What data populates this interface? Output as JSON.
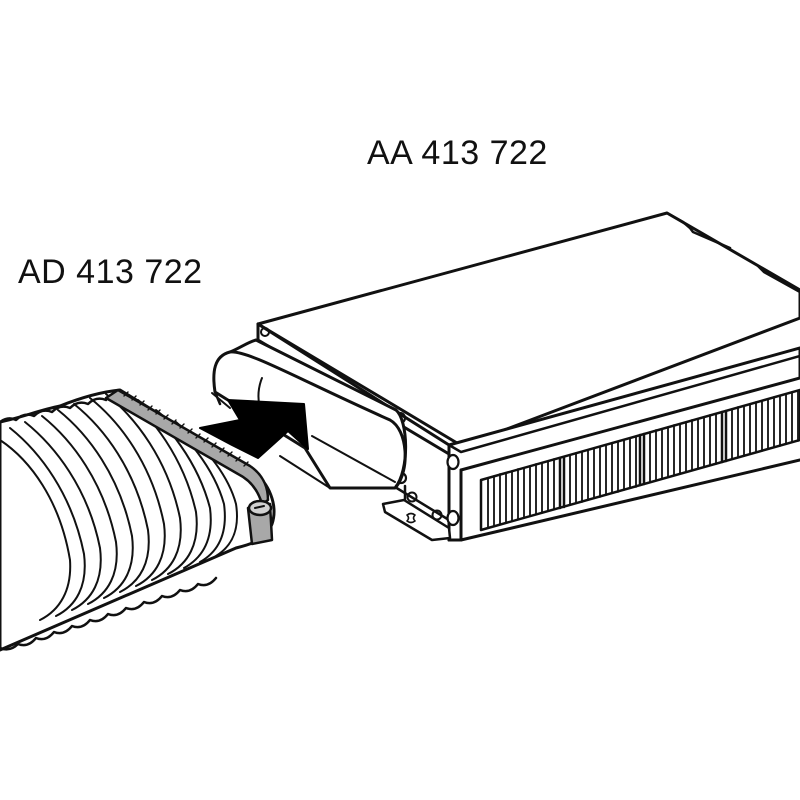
{
  "diagram": {
    "type": "product-assembly-illustration",
    "labels": {
      "unit": "AA 413 722",
      "duct": "AD 413 722"
    },
    "components": [
      {
        "id": "unit",
        "name": "Box unit with front grille and rectangular outlet spigot",
        "label": "AA 413 722"
      },
      {
        "id": "duct",
        "name": "Flexible corrugated flat duct with hose clamp",
        "label": "AD 413 722"
      }
    ],
    "annotations": [
      {
        "type": "arrow",
        "meaning": "Push duct onto outlet spigot",
        "direction": "right"
      }
    ],
    "colors": {
      "line": "#111111",
      "background": "#ffffff",
      "clamp": "#a8a8a8",
      "arrow": "#000000"
    }
  }
}
